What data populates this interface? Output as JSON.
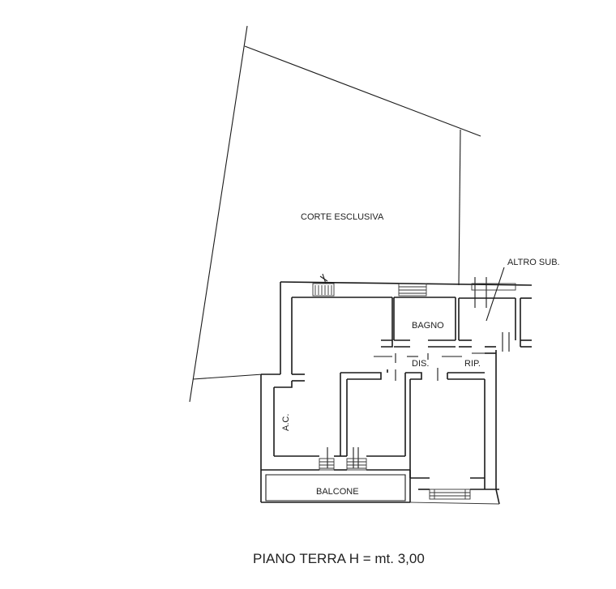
{
  "labels": {
    "courtyard": "CORTE ESCLUSIVA",
    "other_unit": "ALTRO SUB.",
    "bathroom": "BAGNO",
    "hallway": "DIS.",
    "storage": "RIP.",
    "living_kitchen": "A.C.",
    "balcony": "BALCONE"
  },
  "caption": "PIANO TERRA H = mt. 3,00",
  "colors": {
    "line": "#1a1a1a",
    "text": "#222222",
    "background": "#ffffff"
  }
}
